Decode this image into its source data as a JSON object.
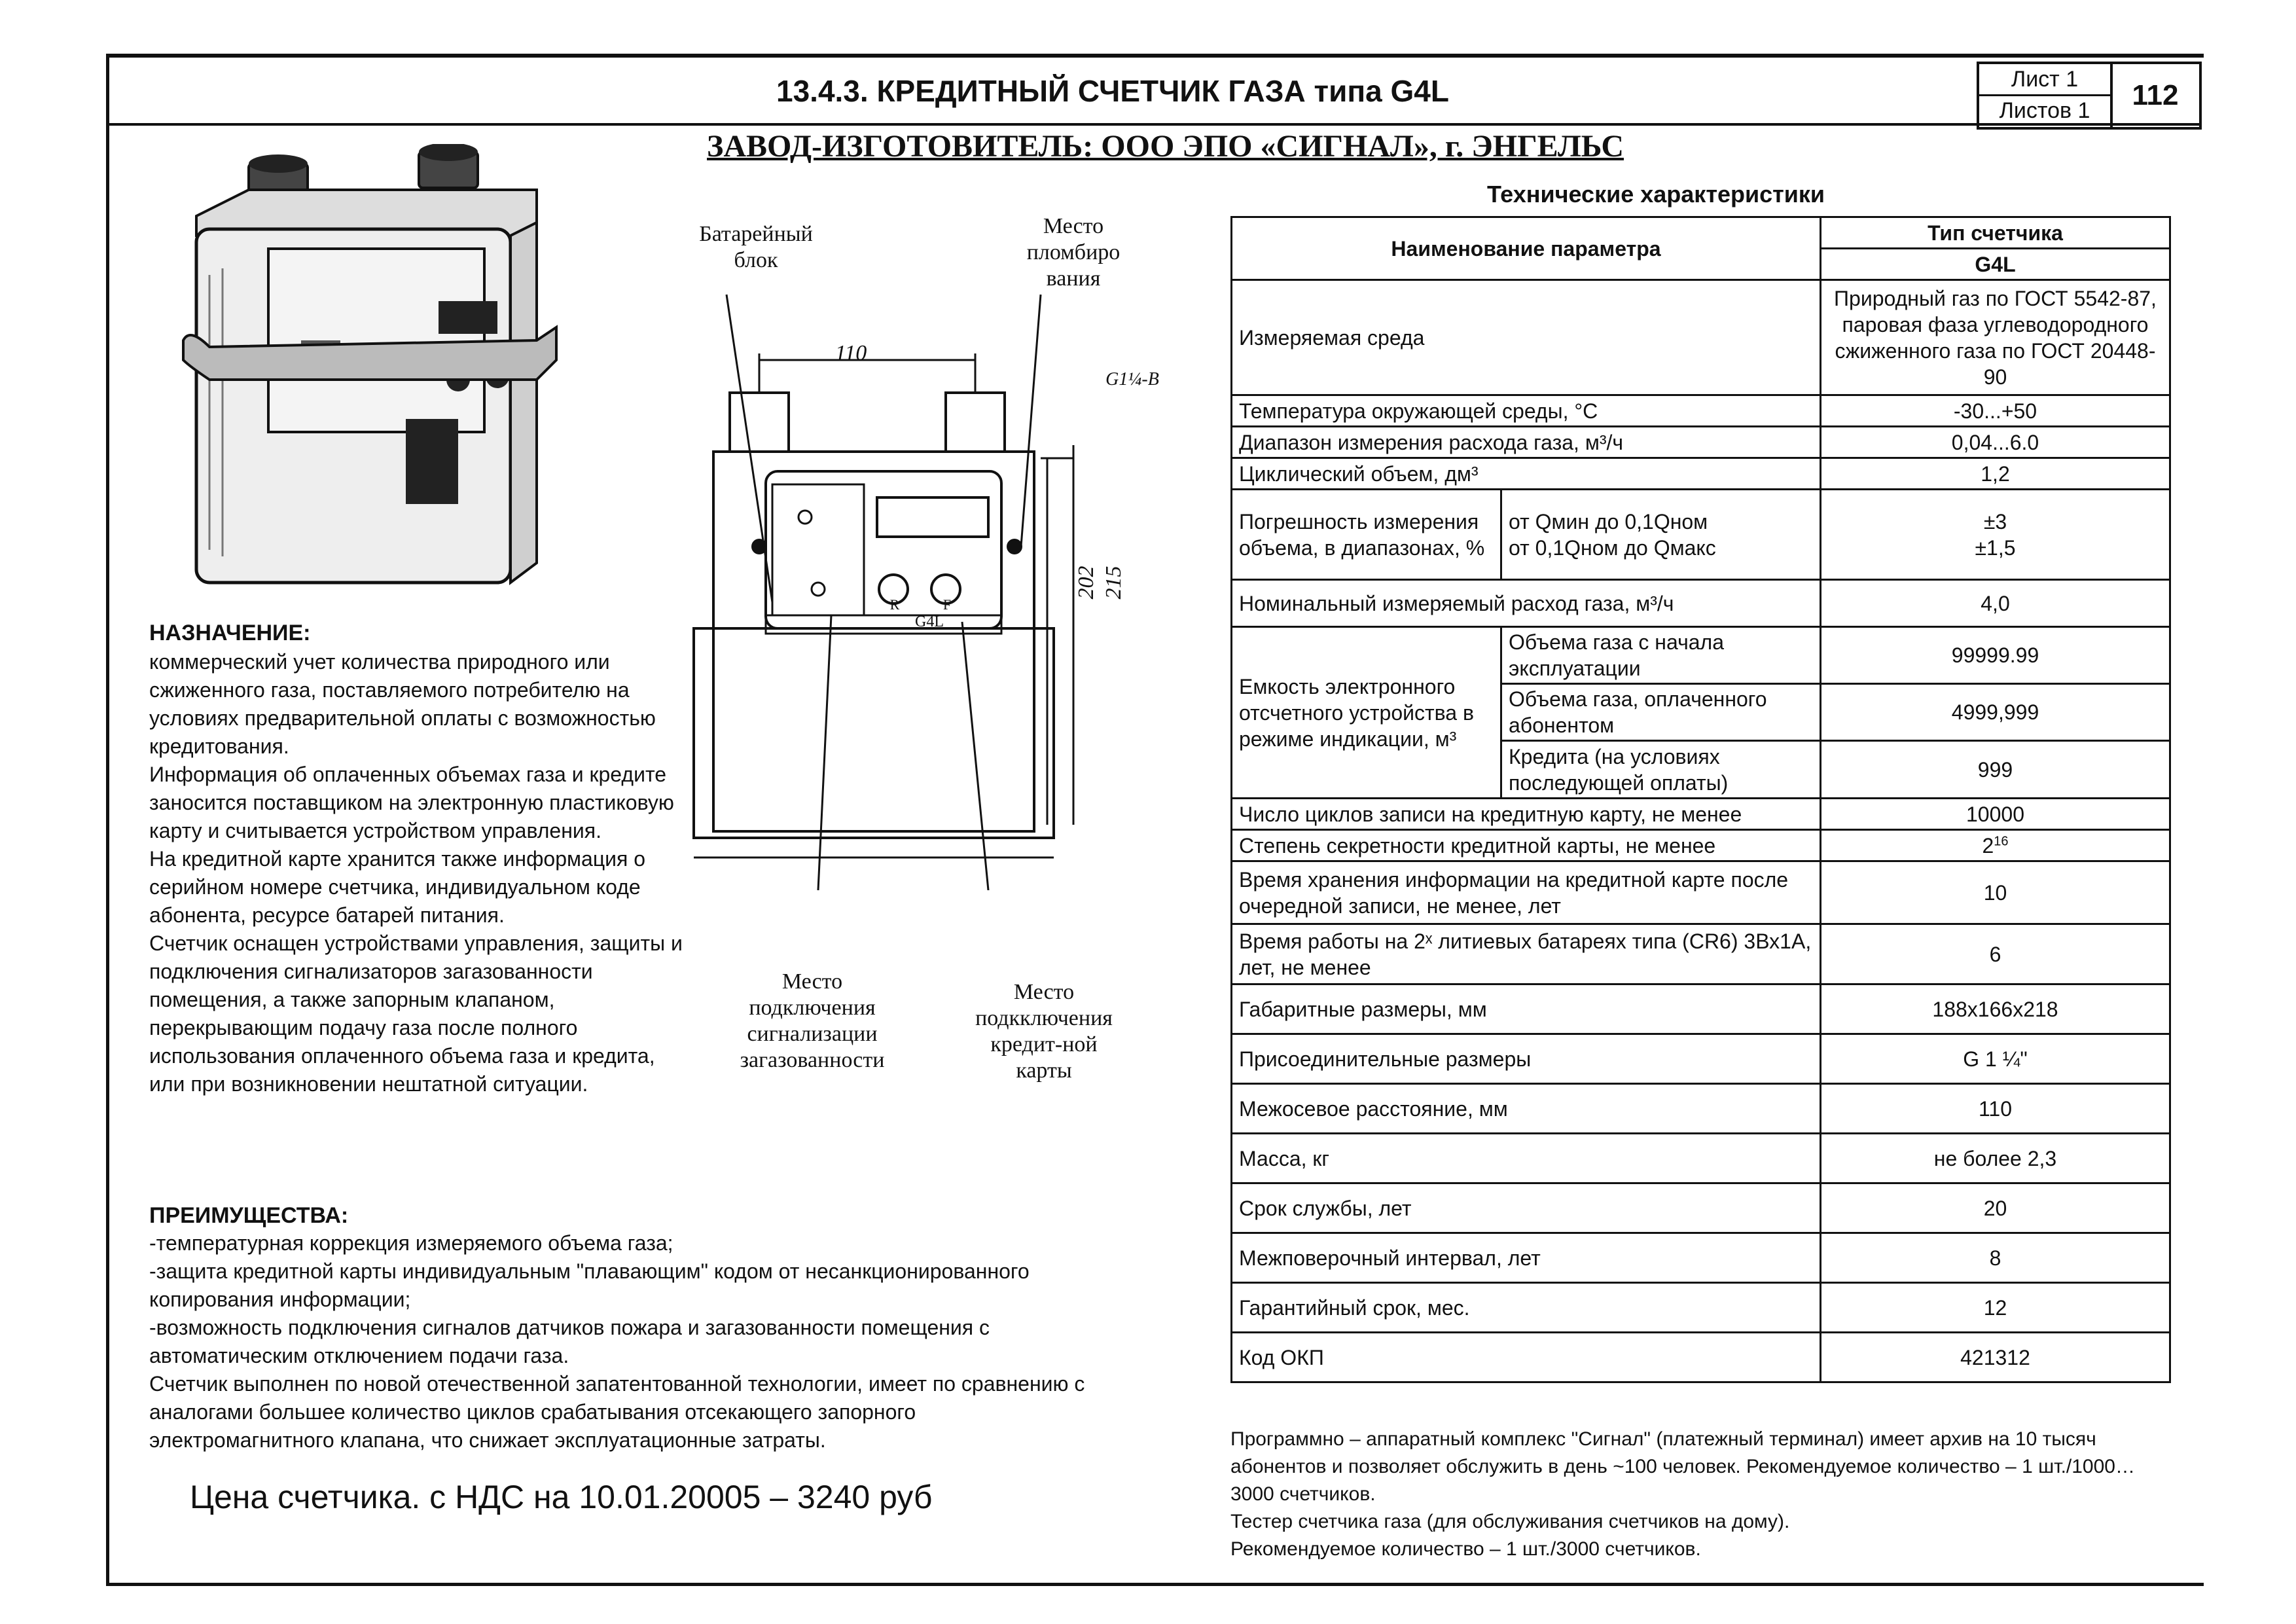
{
  "header": {
    "title": "13.4.3. КРЕДИТНЫЙ СЧЕТЧИК ГАЗА типа G4L",
    "sheet": "Лист 1",
    "sheets": "Листов 1",
    "page_number": "112",
    "manufacturer": "ЗАВОД-ИЗГОТОВИТЕЛЬ: ООО ЭПО «СИГНАЛ», г. ЭНГЕЛЬС"
  },
  "purpose": {
    "heading": "НАЗНАЧЕНИЕ:",
    "paragraphs": [
      "коммерческий учет количества природного или сжиженного газа, поставляемого потребителю на условиях предварительной оплаты с возможностью кредитования.",
      "Информация об оплаченных объемах газа и кредите заносится поставщиком на электронную пластиковую карту и считывается устройством управления.",
      "На кредитной карте хранится также информация о серийном номере счетчика, индивидуальном коде абонента, ресурсе батарей питания.",
      "Счетчик оснащен устройствами управления, защиты и подключения сигнализаторов загазованности помещения, а также запорным клапаном, перекрывающим подачу газа после полного использования оплаченного объема газа и кредита, или при возникновении нештатной ситуации."
    ]
  },
  "advantages": {
    "heading": "ПРЕИМУЩЕСТВА:",
    "paragraphs": [
      "-температурная коррекция измеряемого объема газа;",
      "-защита кредитной карты индивидуальным \"плавающим\" кодом от несанкционированного копирования информации;",
      "-возможность подключения сигналов датчиков пожара и загазованности помещения с автоматическим отключением подачи газа.",
      "Счетчик выполнен по новой отечественной запатентованной технологии, имеет по сравнению с аналогами большее количество циклов срабатывания отсекающего запорного электромагнитного клапана, что снижает эксплуатационные затраты."
    ]
  },
  "price": "Цена счетчика. с НДС на 10.01.20005 – 3240 руб",
  "drawing": {
    "battery_label": "Батарейный блок",
    "seal_label": "Место пломбиро вания",
    "alarm_label": "Место подключения сигнализации загазованности",
    "card_label": "Место подкключения кредит-ной карты",
    "dim_width": "110",
    "dim_thread": "G1¼-B",
    "dim_h1": "202",
    "dim_h2": "215",
    "panel_text": "G4L",
    "button_r": "R",
    "button_f": "F"
  },
  "specs": {
    "title": "Технические характеристики",
    "col_param": "Наименование параметра",
    "col_type": "Тип счетчика",
    "col_model": "G4L",
    "rows": {
      "medium": {
        "name": "Измеряемая среда",
        "value": "Природный газ по ГОСТ 5542-87, паровая фаза углеводородного сжиженного газа по ГОСТ 20448-90"
      },
      "temp": {
        "name": "Температура окружающей среды, °С",
        "value": "-30...+50"
      },
      "range": {
        "name": "Диапазон измерения расхода газа, м³/ч",
        "value": "0,04...6.0"
      },
      "cyclic": {
        "name": "Циклический объем, дм³",
        "value": "1,2"
      },
      "error": {
        "name": "Погрешность измерения объема, в диапазонах, %",
        "sub1": "от Qмин до 0,1Qном",
        "sub2": "от 0,1Qном до Qмакс",
        "val1": "±3",
        "val2": "±1,5"
      },
      "nominal": {
        "name": "Номинальный измеряемый расход газа, м³/ч",
        "value": "4,0"
      },
      "capacity": {
        "name": "Емкость электронного отсчетного устройства в режиме индикации, м³",
        "sub1": "Объема газа с начала эксплуатации",
        "sub2": "Объема газа, оплаченного абонентом",
        "sub3": "Кредита (на условиях последующей оплаты)",
        "val1": "99999.99",
        "val2": "4999,999",
        "val3": "999"
      },
      "cycles": {
        "name": "Число циклов записи на кредитную карту, не менее",
        "value": "10000"
      },
      "secrecy": {
        "name": "Степень секретности кредитной карты, не менее",
        "value": "2",
        "exp": "16"
      },
      "storage": {
        "name": "Время хранения информации на кредитной карте после очередной записи, не менее, лет",
        "value": "10"
      },
      "battery": {
        "name": "Время работы на 2ˣ литиевых батареях типа (CR6) 3Вх1А, лет, не менее",
        "value": "6"
      },
      "dims": {
        "name": "Габаритные размеры, мм",
        "value": "188х166х218"
      },
      "connect": {
        "name": "Присоединительные размеры",
        "value": "G 1 ¼\""
      },
      "axis": {
        "name": "Межосевое расстояние, мм",
        "value": "110"
      },
      "mass": {
        "name": "Масса, кг",
        "value": "не более 2,3"
      },
      "life": {
        "name": "Срок службы, лет",
        "value": "20"
      },
      "interval": {
        "name": "Межповерочный интервал, лет",
        "value": "8"
      },
      "warranty": {
        "name": "Гарантийный срок, мес.",
        "value": "12"
      },
      "okp": {
        "name": "Код ОКП",
        "value": "421312"
      }
    }
  },
  "notes": [
    "Программно – аппаратный комплекс \"Сигнал\" (платежный терминал) имеет архив на 10 тысяч абонентов и позволяет обслужить в день ~100 человек. Рекомендуемое количество – 1 шт./1000…3000 счетчиков.",
    "Тестер счетчика газа (для обслуживания счетчиков на дому).",
    "Рекомендуемое количество – 1 шт./3000 счетчиков."
  ]
}
